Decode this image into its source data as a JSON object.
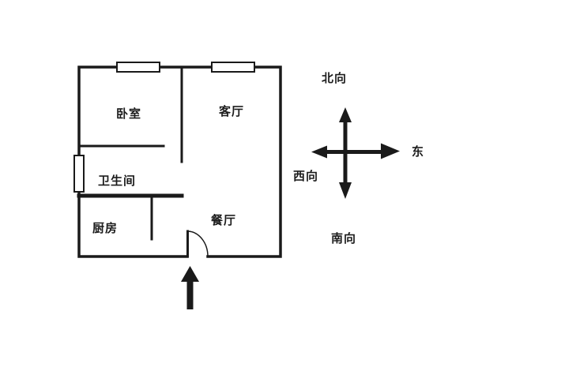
{
  "floorplan": {
    "rooms": {
      "bedroom": "卧室",
      "living_room": "客厅",
      "bathroom": "卫生间",
      "kitchen": "厨房",
      "dining_room": "餐厅"
    }
  },
  "compass": {
    "north": "北向",
    "east": "东",
    "west": "西向",
    "south": "南向"
  },
  "colors": {
    "line": "#1a1a1a",
    "background": "#ffffff"
  }
}
